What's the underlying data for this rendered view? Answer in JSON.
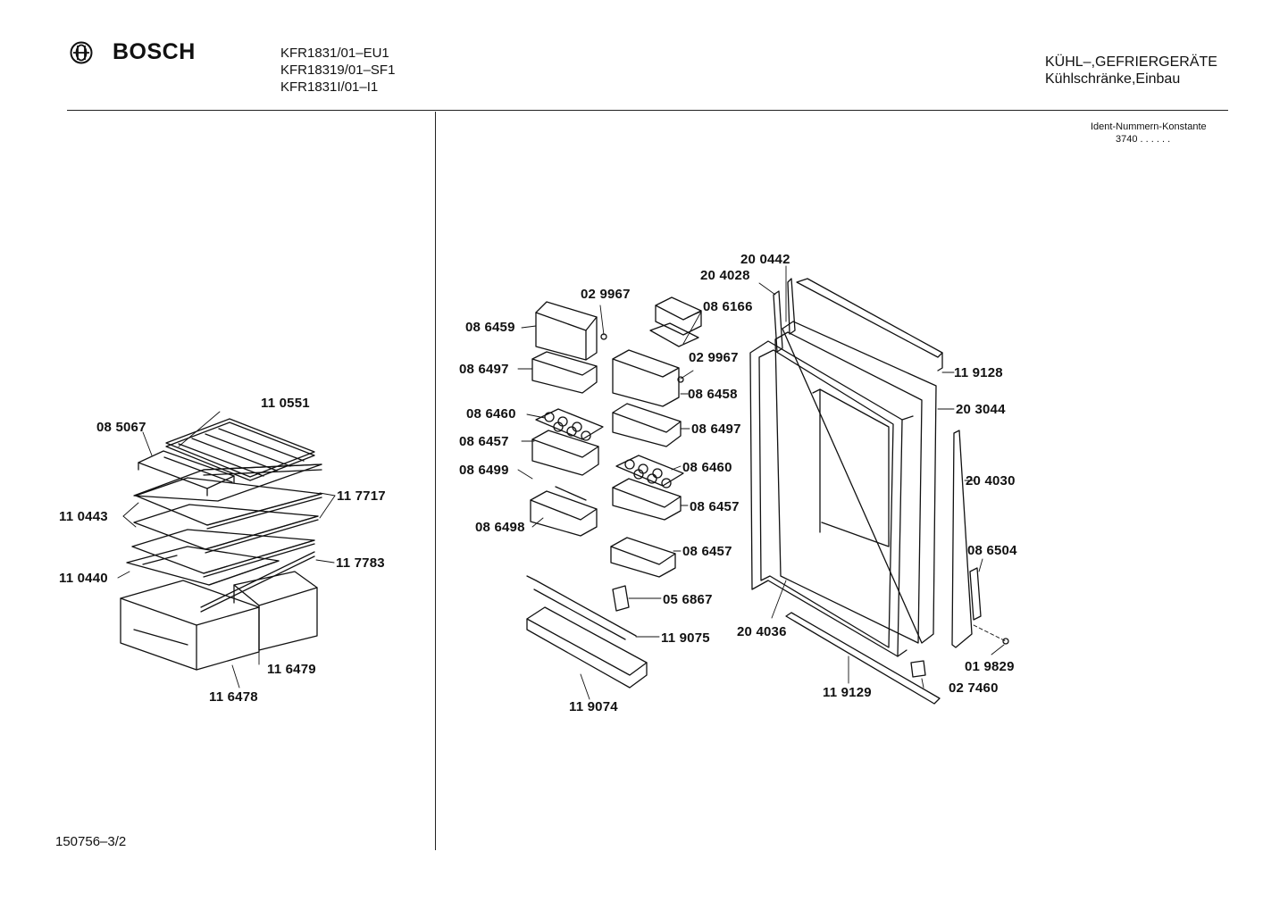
{
  "header": {
    "brand": "BOSCH",
    "models": [
      "KFR1831/01–EU1",
      "KFR18319/01–SF1",
      "KFR1831I/01–I1"
    ],
    "category": [
      "KÜHL–,GEFRIERGERÄTE",
      "Kühlschränke,Einbau"
    ],
    "ident_label": "Ident-Nummern-Konstante",
    "ident_code": "3740  . .  . . . ."
  },
  "footer": {
    "doc_number": "150756–3/2"
  },
  "parts": {
    "p085067": "08 5067",
    "p110551": "11 0551",
    "p117717": "11 7717",
    "p110443": "11 0443",
    "p117783": "11 7783",
    "p110440": "11 0440",
    "p116479": "11 6479",
    "p116478": "11 6478",
    "p029967a": "02 9967",
    "p086459": "08 6459",
    "p086497a": "08 6497",
    "p086460a": "08 6460",
    "p086457a": "08 6457",
    "p086499": "08 6499",
    "p086498": "08 6498",
    "p086166": "08 6166",
    "p029967b": "02 9967",
    "p086458": "08 6458",
    "p086497b": "08 6497",
    "p086460b": "08 6460",
    "p086457b": "08 6457",
    "p086457c": "08 6457",
    "p056867": "05 6867",
    "p119075": "11 9075",
    "p119074": "11 9074",
    "p200442": "20 0442",
    "p204028": "20 4028",
    "p119128": "11 9128",
    "p203044": "20 3044",
    "p204030": "20 4030",
    "p086504": "08 6504",
    "p019829": "01 9829",
    "p027460": "02 7460",
    "p204036": "20 4036",
    "p119129": "11 9129"
  }
}
